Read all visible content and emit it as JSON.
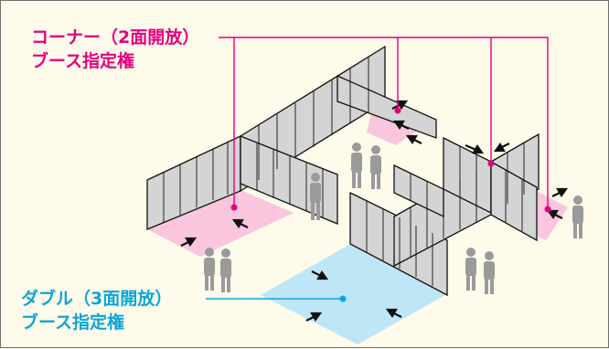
{
  "labels": {
    "corner": {
      "line1": "コーナー（2面開放）",
      "line2": "ブース指定権"
    },
    "double": {
      "line1": "ダブル（3面開放）",
      "line2": "ブース指定権"
    }
  },
  "colors": {
    "background": "#fefbea",
    "corner_accent": "#e4007f",
    "corner_floor": "#f9c6de",
    "double_accent": "#0ea5d8",
    "double_floor": "#bfe6f7",
    "partition": "#cfcfcf",
    "figure": "#9a9a9a"
  }
}
